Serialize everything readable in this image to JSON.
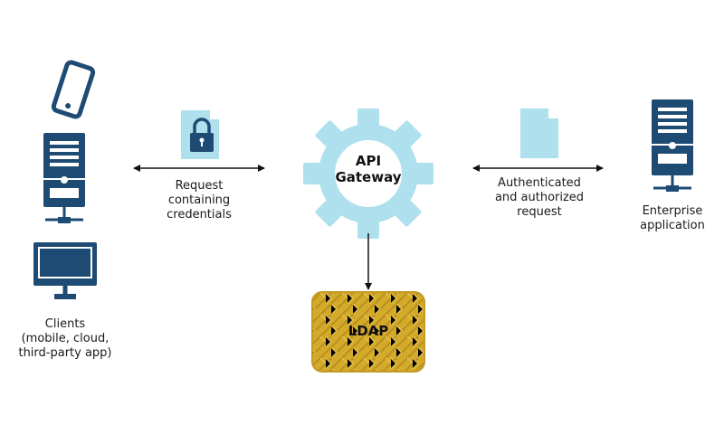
{
  "labels": {
    "clients": "Clients\n(mobile, cloud,\nthird-party app)",
    "request": "Request\ncontaining\ncredentials",
    "gateway": "API\nGateway",
    "authenticated": "Authenticated\nand authorized\nrequest",
    "enterprise": "Enterprise\napplication",
    "ldap": "LDAP"
  },
  "icons": {
    "phone": "mobile-phone-icon",
    "tower": "server-tower-icon",
    "monitor": "desktop-monitor-icon",
    "locked_doc": "locked-document-icon",
    "doc": "document-icon",
    "gear": "gear-icon",
    "enterprise_server": "enterprise-server-icon",
    "ldap_block": "ldap-block-icon"
  },
  "colors": {
    "navy": "#1e4b73",
    "light_blue": "#aee0ee",
    "gold": "#d4aa2a",
    "gold_border": "#c49a25",
    "arrow": "#111111"
  }
}
